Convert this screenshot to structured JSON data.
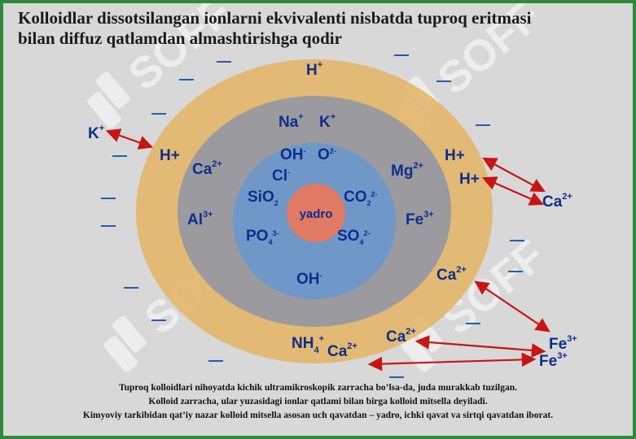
{
  "title_line1": "Kolloidlar dissotsilangan ionlarni ekvivalenti nisbatda tuproq eritmasi",
  "title_line2": "bilan diffuz qatlamdan almashtirishga qodir",
  "core_label": "yadro",
  "watermark": "SOFF",
  "ions": {
    "h_top": {
      "base": "H",
      "sup": "+"
    },
    "na": {
      "base": "Na",
      "sup": "+"
    },
    "k_inner": {
      "base": "K",
      "sup": "+"
    },
    "oh1": {
      "base": "OH",
      "sup": "-"
    },
    "o2": {
      "base": "O",
      "sup": "2-"
    },
    "cl": {
      "base": "Cl",
      "sup": "-"
    },
    "sio2": {
      "base": "SiO",
      "sub": "2"
    },
    "co2": {
      "base": "CO",
      "sub": "2",
      "sup": "2-"
    },
    "po4": {
      "base": "PO",
      "sub": "4",
      "sup": "3-"
    },
    "so4": {
      "base": "SO",
      "sub": "4",
      "sup": "2-"
    },
    "oh2": {
      "base": "OH",
      "sup": "-"
    },
    "ca_left": {
      "base": "Ca",
      "sup": "2+"
    },
    "mg": {
      "base": "Mg",
      "sup": "2+"
    },
    "al": {
      "base": "Al",
      "sup": "3+"
    },
    "fe_ring": {
      "base": "Fe",
      "sup": "3+"
    },
    "h_left_ring": {
      "base": "H+"
    },
    "h_right_ring1": {
      "base": "H+"
    },
    "h_right_ring2": {
      "base": "H+"
    },
    "ca_ring_right": {
      "base": "Ca",
      "sup": "2+"
    },
    "nh4": {
      "base": "NH",
      "sub": "4",
      "sup": "+"
    },
    "ca_bottom1": {
      "base": "Ca",
      "sup": "2+"
    },
    "ca_bottom2": {
      "base": "Ca",
      "sup": "2+"
    },
    "k_outside": {
      "base": "K",
      "sup": "+"
    },
    "ca_outside": {
      "base": "Ca",
      "sup": "2+"
    },
    "fe_outside1": {
      "base": "Fe",
      "sup": "3+"
    },
    "fe_outside2": {
      "base": "Fe",
      "sup": "3+"
    }
  },
  "caption": [
    "Tuproq kolloidlari nihoyatda kichik ultramikroskopik zarracha bo’lsa-da, juda murakkab tuzilgan.",
    "Kolloid zarracha, ular yuzasidagi ionlar qatlami bilan birga kolloid mitsella deyiladi.",
    "Kimyoviy tarkibidan qat’iy nazar kolloid mitsella asosan uch qavatdan – yadro, ichki qavat va sirtqi qavatdan iborat."
  ]
}
